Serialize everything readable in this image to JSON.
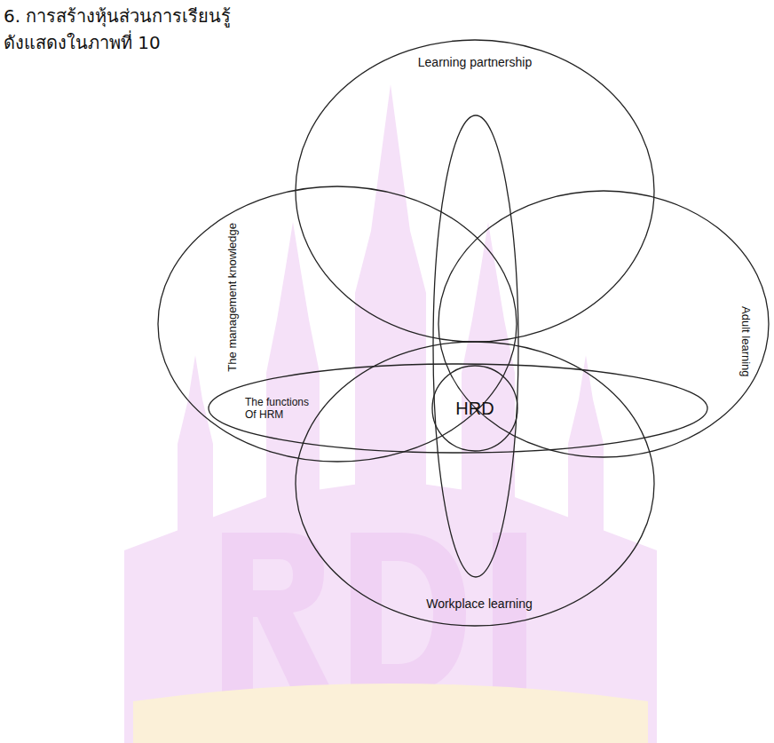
{
  "diagram": {
    "nodes": [
      {
        "text": [
          "Learning partnership"
        ]
      },
      {
        "text": [
          "The management knowledge"
        ]
      },
      {
        "text": [
          "The functions Of HRM"
        ]
      },
      {
        "text": [
          "HRD"
        ]
      },
      {
        "text": [
          "Adult learning"
        ]
      },
      {
        "text": [
          "Workplace learning"
        ]
      }
    ],
    "labels": [
      "6. การสร้างหุ้นส่วนการเรียนรู้",
      "ดังแสดงในภาพที่ 10"
    ]
  }
}
